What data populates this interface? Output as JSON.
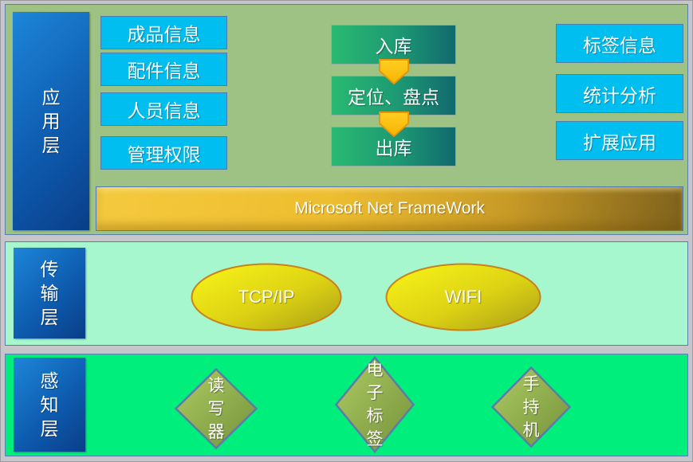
{
  "diagram": {
    "layers": {
      "application": {
        "label": "应用层",
        "left_modules": [
          "成品信息",
          "配件信息",
          "人员信息",
          "管理权限"
        ],
        "process_flow": [
          "入库",
          "定位、盘点",
          "出库"
        ],
        "right_modules": [
          "标签信息",
          "统计分析",
          "扩展应用"
        ],
        "framework_bar": "Microsoft Net FrameWork"
      },
      "transport": {
        "label": "传输层",
        "protocols": [
          "TCP/IP",
          "WIFI"
        ]
      },
      "perception": {
        "label": "感知层",
        "devices": [
          "读写器",
          "电子标签",
          "手持机"
        ]
      }
    },
    "colors": {
      "application_panel_bg": "#9dc284",
      "transport_panel_bg": "#a6f7cd",
      "perception_panel_bg": "#00ef7c",
      "layer_label_blue": "#0e5cb0",
      "module_box_cyan": "#00bff0",
      "process_box_green": "#1d9873",
      "framework_bar_gold": "#eebd30",
      "arrow_orange": "#ffc004",
      "protocol_ellipse_yellow": "#e8e014",
      "device_diamond_olive": "#8fb04a",
      "panel_border": "#5a7fa8",
      "text": "#ffffff"
    }
  }
}
